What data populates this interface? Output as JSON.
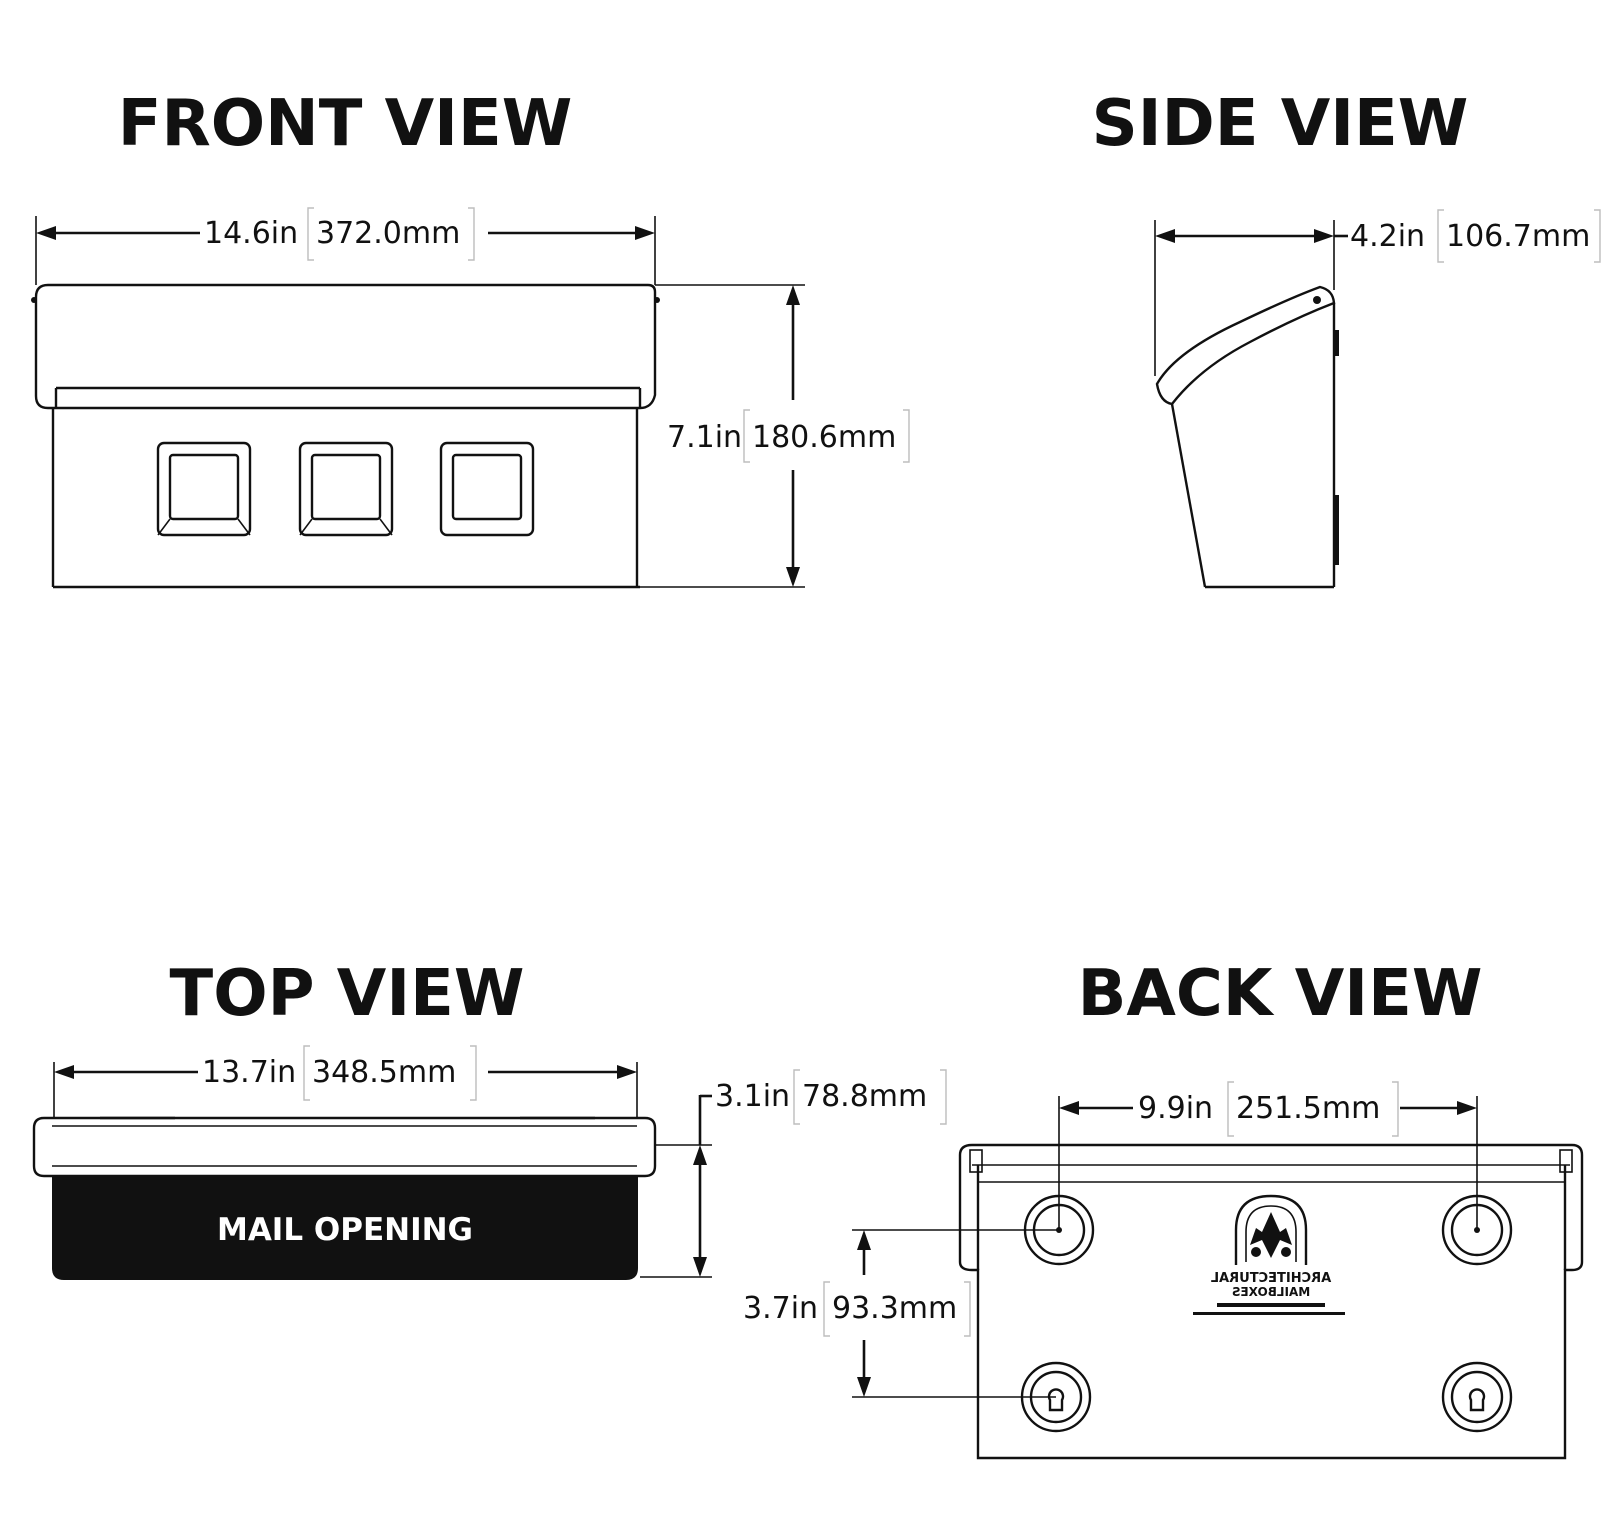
{
  "views": {
    "front": {
      "title": "FRONT VIEW",
      "width_in": "14.6in",
      "width_mm": "372.0mm",
      "height_in": "7.1in",
      "height_mm": "180.6mm"
    },
    "side": {
      "title": "SIDE VIEW",
      "depth_in": "4.2in",
      "depth_mm": "106.7mm"
    },
    "top": {
      "title": "TOP VIEW",
      "width_in": "13.7in",
      "width_mm": "348.5mm",
      "depth_in": "3.1in",
      "depth_mm": "78.8mm",
      "opening_label": "MAIL OPENING"
    },
    "back": {
      "title": "BACK VIEW",
      "hole_spacing_in": "9.9in",
      "hole_spacing_mm": "251.5mm",
      "hole_vertical_in": "3.7in",
      "hole_vertical_mm": "93.3mm",
      "logo_line1": "ARCHITECTURAL",
      "logo_line2": "MAILBOXES"
    }
  }
}
